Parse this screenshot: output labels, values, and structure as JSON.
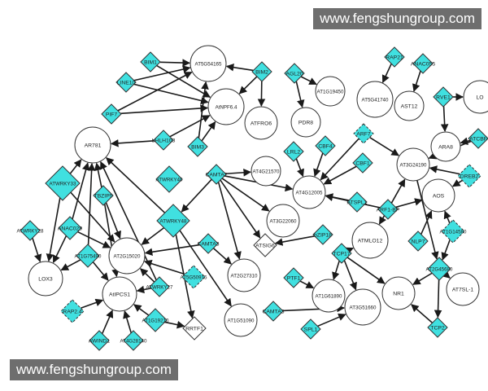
{
  "watermark_top": "www.fengshungroup.com",
  "watermark_bottom": "www.fengshungroup.com",
  "colors": {
    "tf_fill": "#40e0e0",
    "gene_fill": "#ffffff",
    "stroke": "#333333",
    "edge": "#1a1a1a"
  },
  "nodes": [
    {
      "id": "AT5G54165",
      "label": "AT5G54165",
      "shape": "circle"
    },
    {
      "id": "BIM1",
      "label": "BIM1",
      "shape": "diamond"
    },
    {
      "id": "LINE10",
      "label": "LINE10",
      "shape": "diamond"
    },
    {
      "id": "PIF7",
      "label": "PIF7",
      "shape": "diamond"
    },
    {
      "id": "BIM2",
      "label": "BIM2",
      "shape": "diamond"
    },
    {
      "id": "AtNPF6.4",
      "label": "AtNPF6.4",
      "shape": "circle"
    },
    {
      "id": "ATFRO6",
      "label": "ATFRO6",
      "shape": "circle"
    },
    {
      "id": "BIM3",
      "label": "BIM3",
      "shape": "diamond"
    },
    {
      "id": "bHLH103",
      "label": "bHLH103",
      "shape": "diamond"
    },
    {
      "id": "AR781",
      "label": "AR781",
      "shape": "circle"
    },
    {
      "id": "AGL20",
      "label": "AGL20",
      "shape": "diamond"
    },
    {
      "id": "AT1G19450",
      "label": "AT1G19450",
      "shape": "circle"
    },
    {
      "id": "PDR8",
      "label": "PDR8",
      "shape": "circle"
    },
    {
      "id": "RAP21",
      "label": "RAP21",
      "shape": "diamond"
    },
    {
      "id": "ANAC055",
      "label": "ANAC055",
      "shape": "diamond"
    },
    {
      "id": "AT5G41740",
      "label": "AT5G41740",
      "shape": "circle"
    },
    {
      "id": "AST12",
      "label": "AST12",
      "shape": "circle"
    },
    {
      "id": "RVE1",
      "label": "RVE1",
      "shape": "diamond"
    },
    {
      "id": "LO",
      "label": "LO",
      "shape": "circle"
    },
    {
      "id": "ARA8",
      "label": "ARA8",
      "shape": "circle"
    },
    {
      "id": "ATCBF",
      "label": "ATCBF",
      "shape": "diamond"
    },
    {
      "id": "ATWRKY33",
      "label": "ATWRKY33",
      "shape": "diamond"
    },
    {
      "id": "ATWRKY40",
      "label": "ATWRKY40",
      "shape": "diamond"
    },
    {
      "id": "CAMTA2",
      "label": "CAMTA2",
      "shape": "diamond"
    },
    {
      "id": "AT4G21570",
      "label": "AT4G21570",
      "shape": "circle"
    },
    {
      "id": "LRL2",
      "label": "LRL2",
      "shape": "diamond"
    },
    {
      "id": "CBF4",
      "label": "CBF4",
      "shape": "diamond"
    },
    {
      "id": "ARF7",
      "label": "ARF7",
      "shape": "diamond",
      "dashed": true
    },
    {
      "id": "AT4G12005",
      "label": "AT4G12005",
      "shape": "circle"
    },
    {
      "id": "CBF1",
      "label": "CBF1",
      "shape": "diamond"
    },
    {
      "id": "AT3G24190",
      "label": "AT3G24190",
      "shape": "circle"
    },
    {
      "id": "DREB2",
      "label": "DREB2",
      "shape": "diamond",
      "dashed": true
    },
    {
      "id": "TBZIP5",
      "label": "TBZIP5",
      "shape": "diamond"
    },
    {
      "id": "ATWRKY48",
      "label": "ATWRKY48",
      "shape": "diamond"
    },
    {
      "id": "AT3G22060",
      "label": "AT3G22060",
      "shape": "circle"
    },
    {
      "id": "ATSPL1",
      "label": "ATSPL1",
      "shape": "diamond"
    },
    {
      "id": "AOS",
      "label": "AOS",
      "shape": "circle"
    },
    {
      "id": "ARF1-BP",
      "label": "ARF1-BP",
      "shape": "diamond"
    },
    {
      "id": "ATWRKY28",
      "label": "ATWRKY28",
      "shape": "diamond"
    },
    {
      "id": "ANAC029",
      "label": "ANAC029",
      "shape": "diamond"
    },
    {
      "id": "AT1G75490",
      "label": "AT1G75490",
      "shape": "diamond"
    },
    {
      "id": "AT2G15020",
      "label": "AT2G15020",
      "shape": "circle"
    },
    {
      "id": "CAMTA3a",
      "label": "CAMTA3",
      "shape": "diamond"
    },
    {
      "id": "ATSIG6",
      "label": "ATSIG6",
      "shape": "diamond",
      "white": true
    },
    {
      "id": "bZIP18",
      "label": "bZIP18",
      "shape": "diamond"
    },
    {
      "id": "ATMLO12",
      "label": "ATMLO12",
      "shape": "circle"
    },
    {
      "id": "NLP7",
      "label": "NLP7",
      "shape": "diamond"
    },
    {
      "id": "AT1G14580",
      "label": "AT1G14580",
      "shape": "diamond",
      "dashed": true
    },
    {
      "id": "LOX3",
      "label": "LOX3",
      "shape": "circle"
    },
    {
      "id": "AT5G50915",
      "label": "AT5G50915",
      "shape": "diamond",
      "dashed": true
    },
    {
      "id": "AT2G27310",
      "label": "AT2G27310",
      "shape": "circle"
    },
    {
      "id": "TCP17",
      "label": "TCP17",
      "shape": "diamond"
    },
    {
      "id": "AT2G45680",
      "label": "AT2G45680",
      "shape": "diamond"
    },
    {
      "id": "AtIPCS1",
      "label": "AtIPCS1",
      "shape": "circle"
    },
    {
      "id": "ATWRKY27",
      "label": "ATWRKY27",
      "shape": "diamond"
    },
    {
      "id": "PTF1",
      "label": "PTF1",
      "shape": "diamond"
    },
    {
      "id": "AT1G61890",
      "label": "AT1G61890",
      "shape": "circle"
    },
    {
      "id": "NR1",
      "label": "NR1",
      "shape": "circle"
    },
    {
      "id": "AT7SL-1",
      "label": "AT7SL-1",
      "shape": "circle"
    },
    {
      "id": "RAP2.4",
      "label": "RAP2.4",
      "shape": "diamond",
      "dashed": true
    },
    {
      "id": "AT1G19210",
      "label": "AT1G19210",
      "shape": "diamond"
    },
    {
      "id": "RRTF1",
      "label": "RRTF1",
      "shape": "diamond",
      "white": true
    },
    {
      "id": "AT1G51090",
      "label": "AT1G51090",
      "shape": "circle"
    },
    {
      "id": "CAMTA3b",
      "label": "CAMTA3",
      "shape": "diamond"
    },
    {
      "id": "AT3G51660",
      "label": "AT3G51660",
      "shape": "circle"
    },
    {
      "id": "SPL1",
      "label": "SPL1",
      "shape": "diamond"
    },
    {
      "id": "TCP2",
      "label": "TCP2",
      "shape": "diamond"
    },
    {
      "id": "AWIND1",
      "label": "AWIND1",
      "shape": "diamond"
    },
    {
      "id": "AT4G28140",
      "label": "AT4G28140",
      "shape": "diamond"
    }
  ],
  "edges": [
    [
      "BIM1",
      "AT5G54165"
    ],
    [
      "LINE10",
      "AT5G54165"
    ],
    [
      "PIF7",
      "AT5G54165"
    ],
    [
      "BIM2",
      "AT5G54165"
    ],
    [
      "BIM2",
      "AtNPF6.4"
    ],
    [
      "BIM1",
      "AtNPF6.4"
    ],
    [
      "LINE10",
      "AtNPF6.4"
    ],
    [
      "PIF7",
      "AtNPF6.4"
    ],
    [
      "BIM3",
      "AtNPF6.4"
    ],
    [
      "bHLH103",
      "AtNPF6.4"
    ],
    [
      "BIM2",
      "ATFRO6"
    ],
    [
      "BIM3",
      "AT5G54165"
    ],
    [
      "bHLH103",
      "AR781"
    ],
    [
      "ATWRKY33",
      "AR781"
    ],
    [
      "TBZIP5",
      "AR781"
    ],
    [
      "ANAC029",
      "AR781"
    ],
    [
      "AT1G75490",
      "AR781"
    ],
    [
      "ATWRKY27",
      "AR781"
    ],
    [
      "ATWRKY48",
      "AR781"
    ],
    [
      "AGL20",
      "AT1G19450"
    ],
    [
      "AGL20",
      "PDR8"
    ],
    [
      "RAP21",
      "AT5G41740"
    ],
    [
      "ANAC055",
      "AST12"
    ],
    [
      "RVE1",
      "ARA8"
    ],
    [
      "RVE1",
      "LO"
    ],
    [
      "ATCBF",
      "ARA8"
    ],
    [
      "CAMTA2",
      "AT4G21570"
    ],
    [
      "CAMTA2",
      "ATWRKY48"
    ],
    [
      "CAMTA2",
      "AT3G22060"
    ],
    [
      "CAMTA2",
      "ATSIG6"
    ],
    [
      "CAMTA2",
      "AT2G27310"
    ],
    [
      "CAMTA2",
      "AT4G12005"
    ],
    [
      "LRL2",
      "AT4G12005"
    ],
    [
      "CBF4",
      "AT4G12005"
    ],
    [
      "ARF7",
      "AT4G12005"
    ],
    [
      "CBF1",
      "AT4G12005"
    ],
    [
      "ATSPL1",
      "AT4G12005"
    ],
    [
      "ARF7",
      "AT3G24190"
    ],
    [
      "DREB2",
      "AT3G24190"
    ],
    [
      "ATCBF",
      "AT3G24190"
    ],
    [
      "ARF1-BP",
      "AT3G24190"
    ],
    [
      "ARF1-BP",
      "AT4G12005"
    ],
    [
      "ARF1-BP",
      "AOS"
    ],
    [
      "ARF1-BP",
      "ATMLO12"
    ],
    [
      "NLP7",
      "AOS"
    ],
    [
      "AT1G14580",
      "AOS"
    ],
    [
      "DREB2",
      "AOS"
    ],
    [
      "ATWRKY48",
      "AT2G15020"
    ],
    [
      "ATWRKY48",
      "AT1G51090"
    ],
    [
      "ATWRKY48",
      "RRTF1"
    ],
    [
      "ATWRKY33",
      "LOX3"
    ],
    [
      "ATWRKY28",
      "LOX3"
    ],
    [
      "AT1G75490",
      "LOX3"
    ],
    [
      "ANAC029",
      "LOX3"
    ],
    [
      "ATWRKY33",
      "AT2G15020"
    ],
    [
      "ANAC029",
      "AT2G15020"
    ],
    [
      "TBZIP5",
      "AT2G15020"
    ],
    [
      "AT1G75490",
      "AtIPCS1"
    ],
    [
      "TBZIP5",
      "AtIPCS1"
    ],
    [
      "ATWRKY27",
      "AtIPCS1"
    ],
    [
      "AT5G50915",
      "AT2G15020"
    ],
    [
      "CAMTA3a",
      "AT2G27310"
    ],
    [
      "CAMTA3a",
      "AT2G15020"
    ],
    [
      "bZIP18",
      "ATSIG6"
    ],
    [
      "AT3G24190",
      "AT2G45680"
    ],
    [
      "AT1G14580",
      "AT2G45680"
    ],
    [
      "AT2G45680",
      "NR1"
    ],
    [
      "AT2G45680",
      "TCP2"
    ],
    [
      "AT2G45680",
      "AT7SL-1"
    ],
    [
      "TCP17",
      "AT1G61890"
    ],
    [
      "TCP17",
      "NR1"
    ],
    [
      "TCP17",
      "AT3G51660"
    ],
    [
      "TCP17",
      "ATMLO12"
    ],
    [
      "PTF1",
      "AT1G61890"
    ],
    [
      "CAMTA3b",
      "AT3G51660"
    ],
    [
      "SPL1",
      "AT3G51660"
    ],
    [
      "TCP2",
      "NR1"
    ],
    [
      "AT1G19210",
      "RRTF1"
    ],
    [
      "AT1G19210",
      "AtIPCS1"
    ],
    [
      "RAP2.4",
      "AtIPCS1"
    ],
    [
      "AWIND1",
      "AtIPCS1"
    ],
    [
      "AT4G28140",
      "AtIPCS1"
    ],
    [
      "ATWRKY27",
      "AT2G15020"
    ]
  ]
}
